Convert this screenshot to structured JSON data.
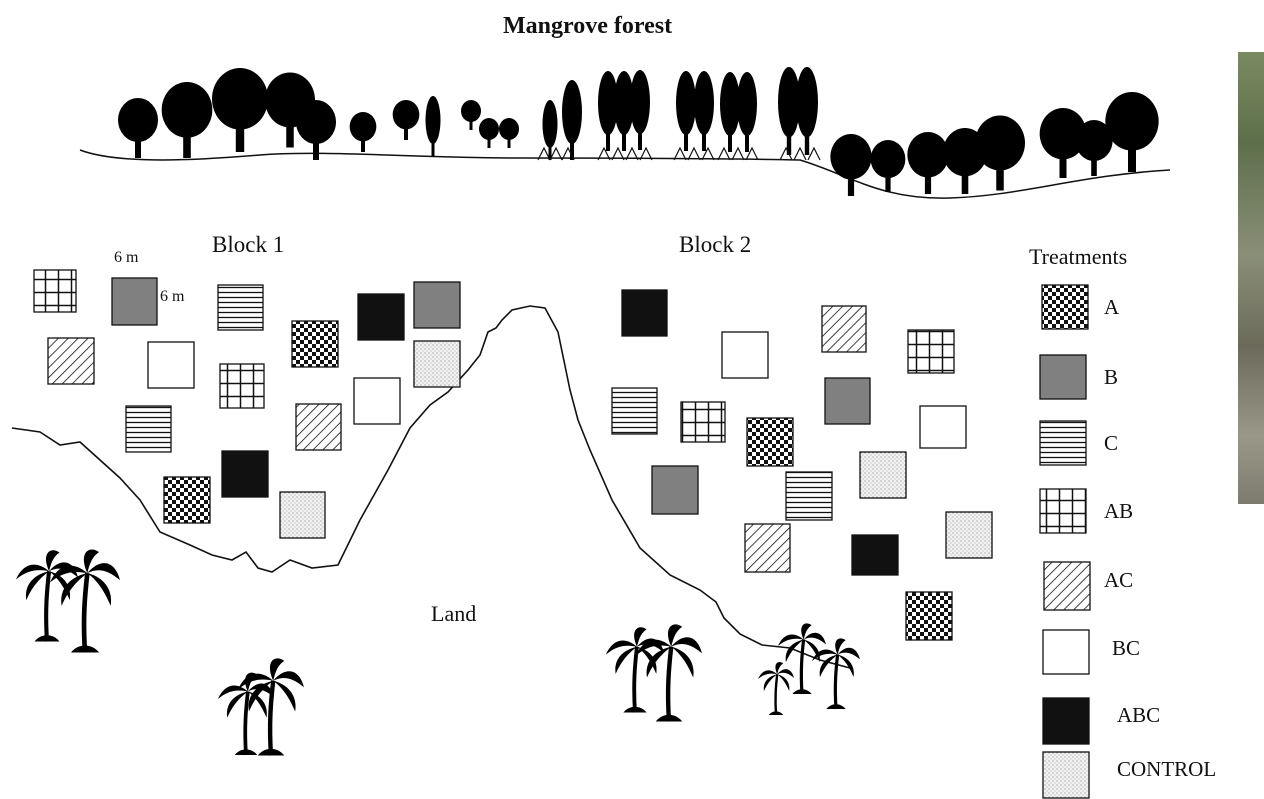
{
  "title": "Mangrove forest",
  "blocks": [
    {
      "label": "Block 1"
    },
    {
      "label": "Block 2"
    }
  ],
  "land_label": "Land",
  "plot_dimensions": {
    "width": "6 m",
    "height": "6 m"
  },
  "legend": {
    "title": "Treatments",
    "items": [
      {
        "code": "A",
        "pattern": "checker"
      },
      {
        "code": "B",
        "pattern": "gray"
      },
      {
        "code": "C",
        "pattern": "horizontal"
      },
      {
        "code": "AB",
        "pattern": "grid"
      },
      {
        "code": "AC",
        "pattern": "diagonal"
      },
      {
        "code": "BC",
        "pattern": "white"
      },
      {
        "code": "ABC",
        "pattern": "black"
      },
      {
        "code": "CONTROL",
        "pattern": "dots"
      }
    ]
  },
  "colors": {
    "gray_fill": "#808080",
    "ink": "#111111",
    "background": "#ffffff"
  }
}
